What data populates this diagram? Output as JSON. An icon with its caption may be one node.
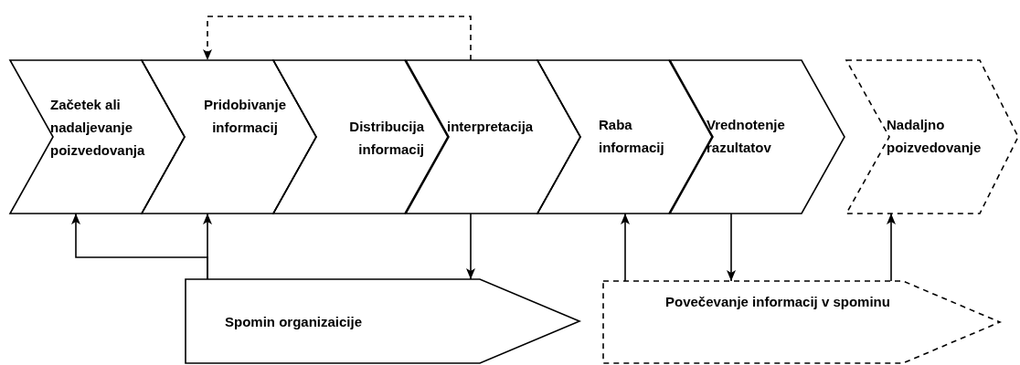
{
  "diagram": {
    "nodes": [
      {
        "text": [
          "Začetek ali nadaljevanje poizvedovanja"
        ]
      },
      {
        "text": [
          "Pridobivanje informacij"
        ]
      },
      {
        "text": [
          "Distribucija informacij"
        ]
      },
      {
        "text": [
          "interpretacija"
        ]
      },
      {
        "text": [
          "Raba informacij"
        ]
      },
      {
        "text": [
          "Vrednotenje razultatov"
        ]
      },
      {
        "text": [
          "Nadaljno poizvedovanje"
        ]
      },
      {
        "text": [
          "Spomin organizaicije"
        ]
      },
      {
        "text": [
          "Povečevanje informacij v spominu"
        ]
      }
    ],
    "edges": [
      {
        "from": 3,
        "to": 1,
        "arrow": "to",
        "style": "dashed"
      },
      {
        "from": 7,
        "to": 1,
        "arrow": "to"
      },
      {
        "from": 7,
        "to": 0,
        "arrow": "to"
      },
      {
        "from": 3,
        "to": 7,
        "arrow": "to"
      },
      {
        "from": 8,
        "to": 4,
        "arrow": "to"
      },
      {
        "from": 5,
        "to": 8,
        "arrow": "to"
      },
      {
        "from": 8,
        "to": 6,
        "arrow": "to"
      }
    ]
  }
}
